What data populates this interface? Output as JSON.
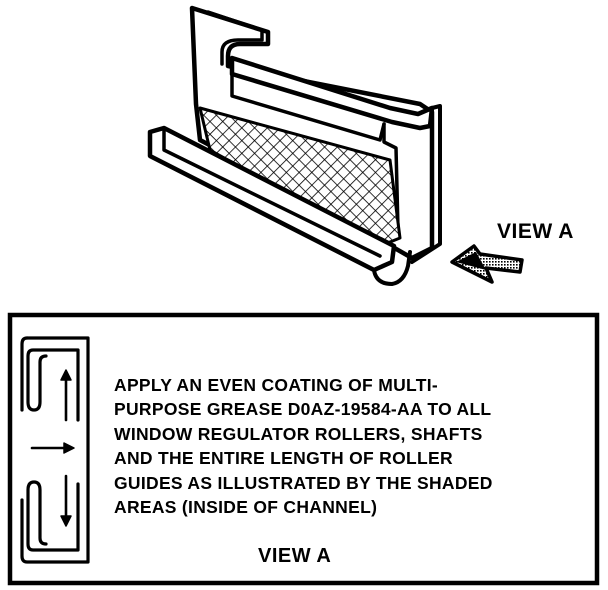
{
  "figure": {
    "view_label_top": "VIEW A",
    "view_label_bottom": "VIEW A",
    "instruction_lines": [
      "APPLY AN EVEN COATING OF MULTI-",
      "PURPOSE GREASE D0AZ-19584-AA TO ALL",
      "WINDOW REGULATOR ROLLERS, SHAFTS",
      "AND THE ENTIRE LENGTH OF ROLLER",
      "GUIDES AS ILLUSTRATED BY THE SHADED",
      "AREAS (INSIDE OF CHANNEL)"
    ],
    "icons": {
      "channel": "roller-guide-channel-icon",
      "view_arrow": "view-direction-arrow-icon",
      "section": "channel-cross-section-icon",
      "grease": "grease-hatch-pattern"
    },
    "colors": {
      "ink": "#000000",
      "paper": "#ffffff"
    }
  }
}
